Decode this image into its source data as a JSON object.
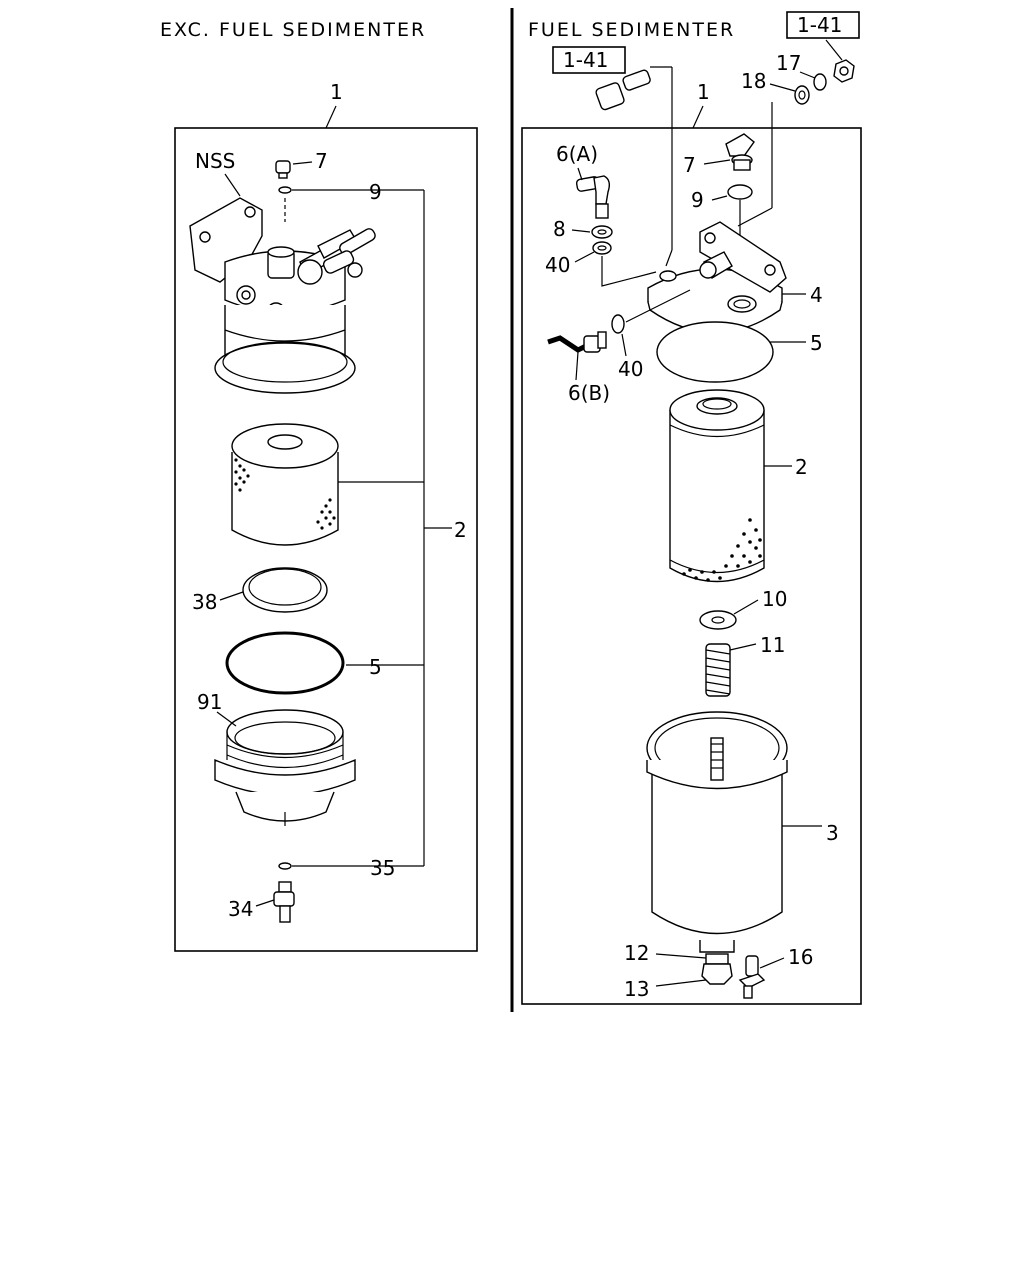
{
  "left_panel": {
    "title": "EXC. FUEL SEDIMENTER",
    "callouts": {
      "assembly": "1",
      "nss": "NSS",
      "p7": "7",
      "p9": "9",
      "p2": "2",
      "p38": "38",
      "p5": "5",
      "p91": "91",
      "p35": "35",
      "p34": "34"
    }
  },
  "right_panel": {
    "title": "FUEL SEDIMENTER",
    "ref_box_left": "1-41",
    "ref_box_right": "1-41",
    "callouts": {
      "assembly": "1",
      "p17": "17",
      "p18": "18",
      "p7": "7",
      "p9": "9",
      "p6a": "6(A)",
      "p8": "8",
      "p40a": "40",
      "p4": "4",
      "p5": "5",
      "p6b": "6(B)",
      "p40b": "40",
      "p2": "2",
      "p10": "10",
      "p11": "11",
      "p3": "3",
      "p12": "12",
      "p16": "16",
      "p13": "13"
    }
  }
}
